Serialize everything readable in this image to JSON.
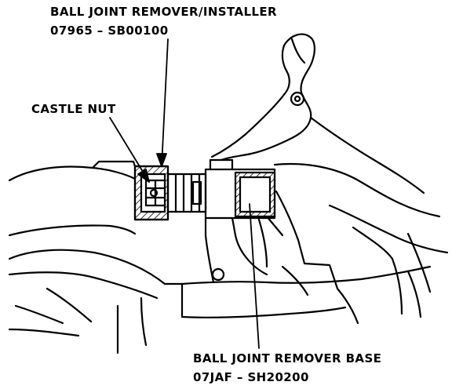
{
  "labels": {
    "tool_name": "BALL JOINT REMOVER/INSTALLER",
    "tool_number": "07965 – SB00100",
    "castle_nut": "CASTLE NUT",
    "base_name": "BALL JOINT REMOVER BASE",
    "base_number": "07JAF – SH20200"
  },
  "colors": {
    "ink": "#000000",
    "paper": "#ffffff"
  }
}
